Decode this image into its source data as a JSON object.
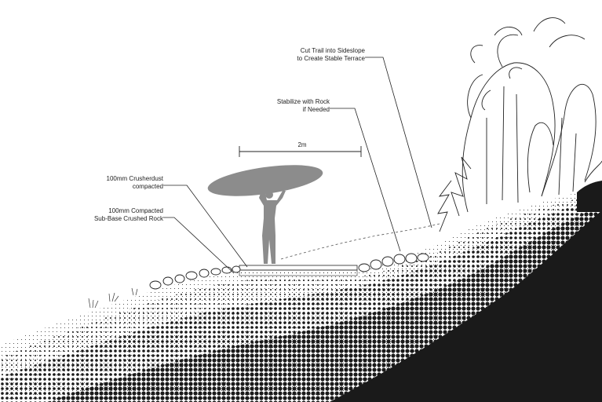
{
  "labels": {
    "cut_trail": [
      "Cut Trail into Sideslope",
      "to Create Stable Terrace"
    ],
    "stabilize": [
      "Stabilize with Rock",
      "if Needed"
    ],
    "width": "2m",
    "crusherdust": [
      "100mm Crusherdust",
      "compacted"
    ],
    "subbase": [
      "100mm Compacted",
      "Sub-Base Crushed Rock"
    ]
  },
  "colors": {
    "ground": "#1a1a1a",
    "figure": "#8c8c8c",
    "line": "#222222"
  }
}
